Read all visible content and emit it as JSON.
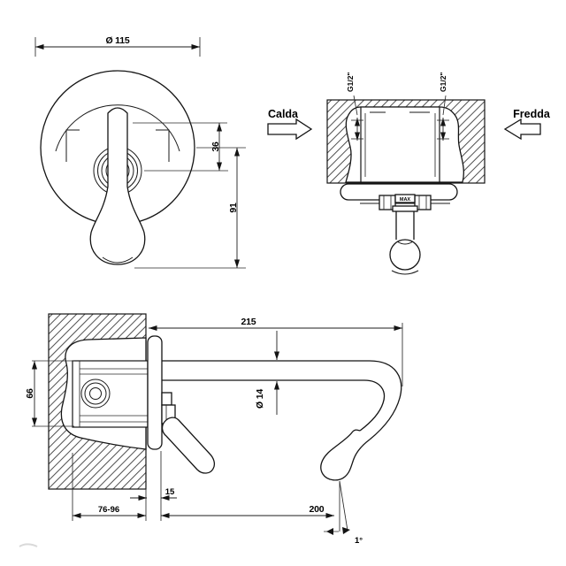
{
  "title": "faucet-technical-drawing",
  "labels": {
    "front": {
      "diameter": "Ø 115",
      "cap_offset": "36",
      "handle_drop": "91"
    },
    "section": {
      "hot": "Calda",
      "cold": "Fredda",
      "thread_left": "G1/2\"",
      "thread_right": "G1/2\"",
      "max": "MAX"
    },
    "side": {
      "projection": "215",
      "spout_diameter": "Ø 14",
      "body_height": "66",
      "recess_depth": "76-96",
      "plate_thickness": "15",
      "spout_length": "200",
      "tip_angle": "1°"
    }
  }
}
